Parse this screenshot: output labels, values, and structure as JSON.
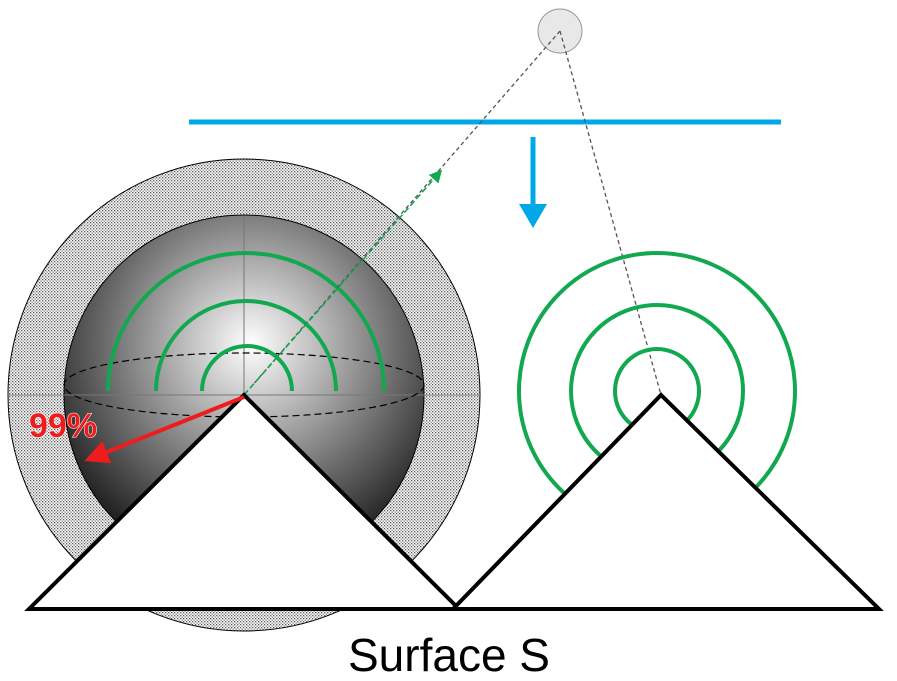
{
  "labels": {
    "percentage": "99%",
    "caption": "Surface S"
  },
  "colors": {
    "incident_plane": "#00a8e8",
    "wavefront_green": "#12a84f",
    "specular_arrow": "#ee1c1c",
    "outline": "#000000",
    "guide_dashes": "#555555"
  },
  "icons": {
    "light_source": "light-source-circle",
    "incidence_direction": "arrow-down"
  }
}
